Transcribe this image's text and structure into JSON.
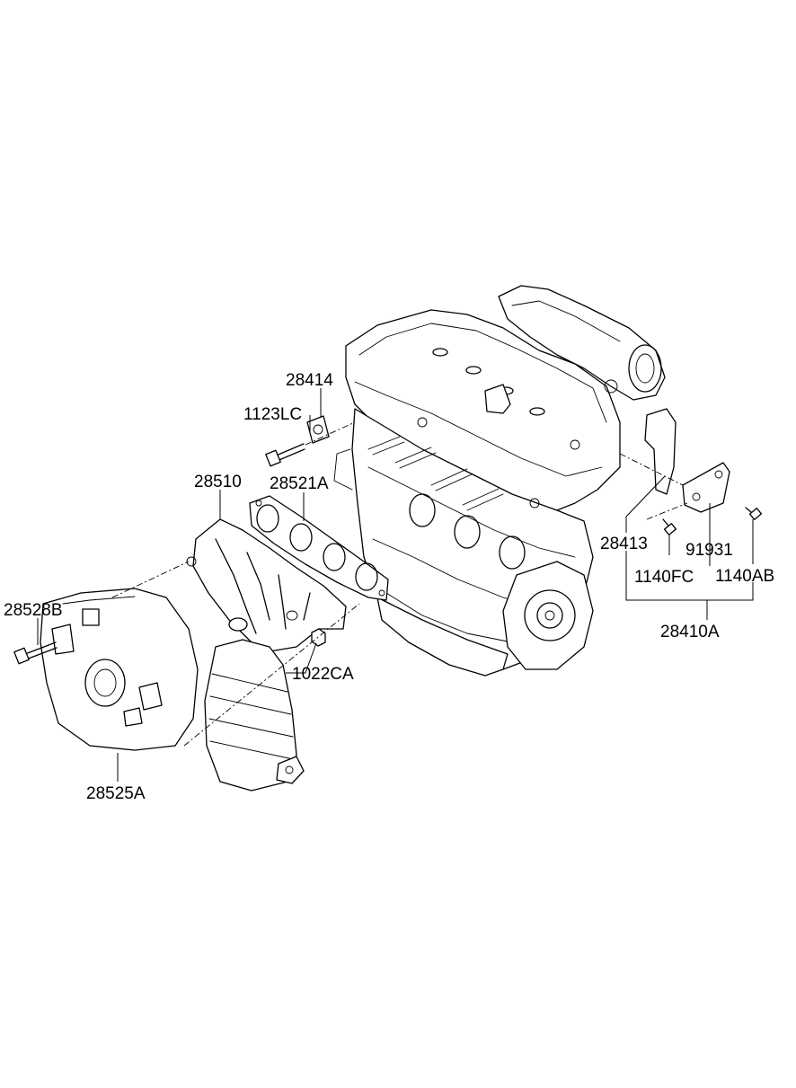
{
  "callouts": {
    "p28414": "28414",
    "p1123LC": "1123LC",
    "p28510": "28510",
    "p28521A": "28521A",
    "p28528B": "28528B",
    "p1022CA": "1022CA",
    "p28525A": "28525A",
    "p28413": "28413",
    "p91931": "91931",
    "p1140FC": "1140FC",
    "p1140AB": "1140AB",
    "p28410A": "28410A"
  }
}
